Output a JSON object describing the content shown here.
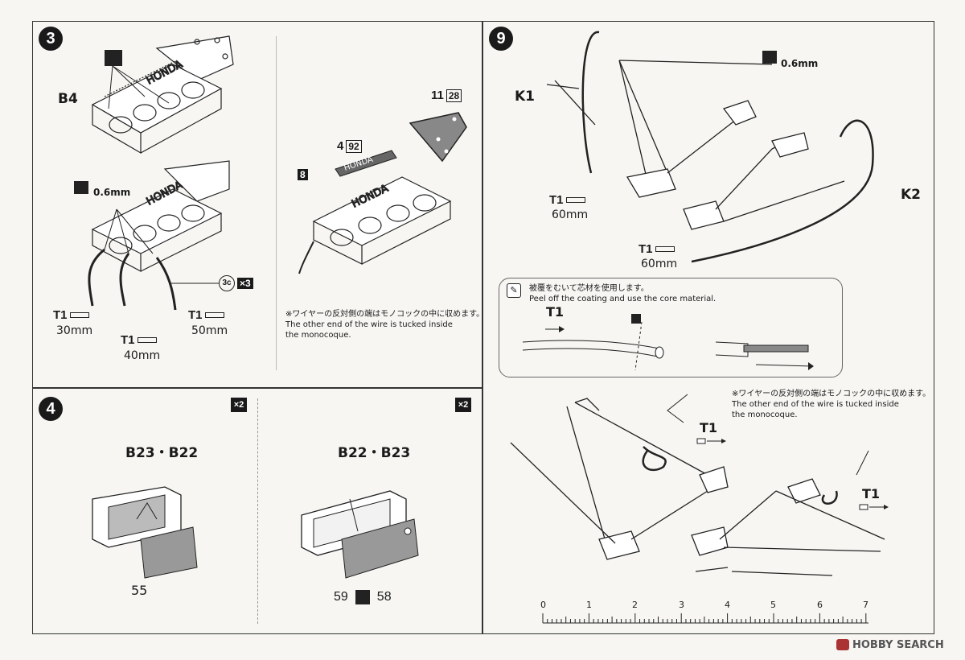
{
  "step3": {
    "number": "3",
    "label_b4": "B4",
    "depth": "0.6mm",
    "part_11": "11",
    "part_28": "28",
    "part_4": "4",
    "part_92": "92",
    "part_8": "8",
    "ref_3c": "3c",
    "ref_x3": "×3",
    "t1_30": "T1",
    "t1_30_len": "30mm",
    "t1_40": "T1",
    "t1_40_len": "40mm",
    "t1_50": "T1",
    "t1_50_len": "50mm",
    "note_jp": "※ワイヤーの反対側の端はモノコックの中に収めます。",
    "note_en1": "The other end of the wire is tucked inside",
    "note_en2": "the monocoque."
  },
  "step4": {
    "number": "4",
    "left_title": "B23・B22",
    "right_title": "B22・B23",
    "left_x2": "×2",
    "right_x2": "×2",
    "part_55": "55",
    "part_59": "59",
    "part_58": "58"
  },
  "step9": {
    "number": "9",
    "k1": "K1",
    "k2": "K2",
    "depth": "0.6mm",
    "t1_a": "T1",
    "t1_a_len": "60mm",
    "t1_b": "T1",
    "t1_b_len": "60mm",
    "callout_jp": "被覆をむいて芯材を使用します。",
    "callout_en": "Peel off the coating and use the core material.",
    "callout_t1": "T1",
    "note_jp": "※ワイヤーの反対側の端はモノコックの中に収めます。",
    "note_en1": "The other end of the wire is tucked inside",
    "note_en2": "the monocoque.",
    "t1_c": "T1",
    "t1_d": "T1",
    "scale": [
      "0",
      "1",
      "2",
      "3",
      "4",
      "5",
      "6",
      "7"
    ]
  },
  "honda_label": "HONDA",
  "watermark": "HOBBY SEARCH"
}
